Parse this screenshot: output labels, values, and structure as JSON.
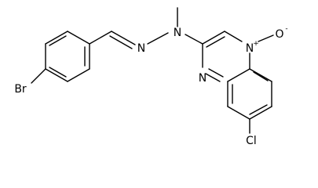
{
  "molecule": {
    "atoms": {
      "bromine": "Br",
      "chlorine": "Cl",
      "imine_nitrogen": "N",
      "hydrazine_nitrogen": "N",
      "n_oxide_nitrogen": "N",
      "n_oxide_charge": "+",
      "ring_nitrogen": "N",
      "oxygen": "O",
      "oxygen_charge": "-"
    },
    "colors": {
      "bond": "#000000",
      "label": "#000000",
      "background": "#ffffff"
    }
  }
}
